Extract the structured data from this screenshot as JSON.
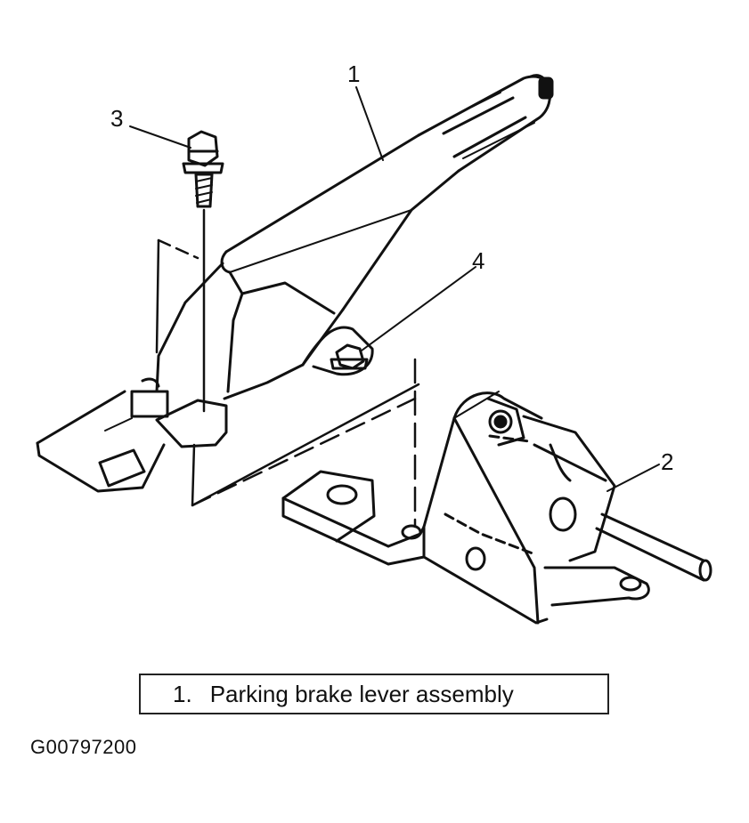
{
  "callouts": {
    "c1": "1",
    "c2": "2",
    "c3": "3",
    "c4": "4"
  },
  "legend": {
    "number": "1.",
    "label": "Parking brake lever assembly"
  },
  "figure_id": "G00797200",
  "colors": {
    "line": "#111111",
    "background": "#ffffff"
  }
}
